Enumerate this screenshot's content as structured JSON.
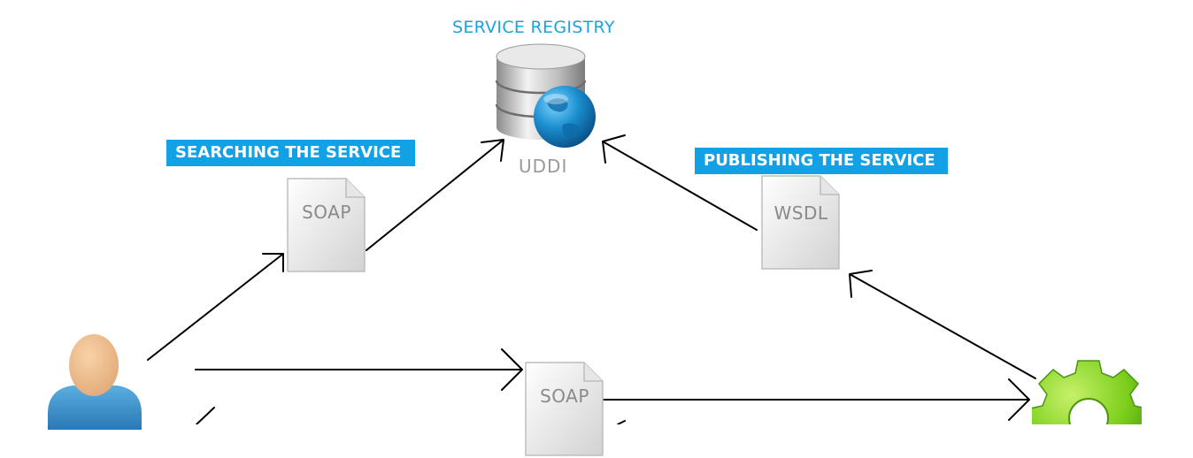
{
  "registry": {
    "title": "SERVICE REGISTRY",
    "label": "UDDI",
    "icon": "database-globe-icon"
  },
  "tags": {
    "search": "SEARCHING THE SERVICE",
    "publish": "PUBLISHING THE SERVICE"
  },
  "docs": {
    "soap_search": "SOAP",
    "wsdl_publish": "WSDL",
    "soap_request": "SOAP"
  },
  "icons": {
    "client": "user-icon",
    "provider": "gear-icon",
    "document": "document-icon"
  },
  "colors": {
    "accent": "#11a1e4",
    "tag_text": "#ffffff",
    "arrow": "#000000",
    "doc_label": "#8a8a8a",
    "gear": "#7ccf1c",
    "globe": "#1b8fd0",
    "user_shirt": "#3a8fc7",
    "user_skin": "#f0c08f"
  }
}
